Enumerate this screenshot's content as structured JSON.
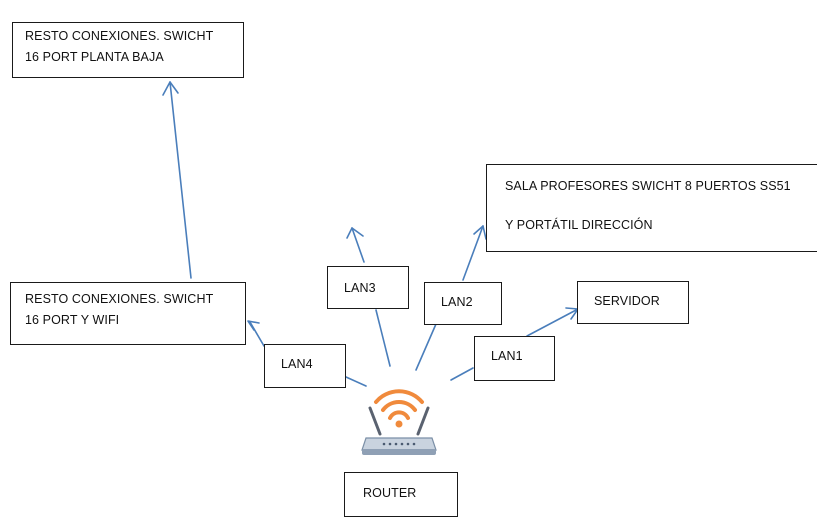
{
  "boxes": {
    "top_switch": {
      "line1": "RESTO CONEXIONES. SWICHT",
      "line2": "16 PORT PLANTA BAJA"
    },
    "left_switch": {
      "line1": "RESTO CONEXIONES. SWICHT",
      "line2": "16 PORT Y WIFI"
    },
    "sala_profesores": {
      "line1": "SALA PROFESORES SWICHT 8 PUERTOS SS51",
      "line2": "Y PORTÁTIL DIRECCIÓN"
    },
    "servidor": "SERVIDOR",
    "router": "ROUTER"
  },
  "links": {
    "lan1": "LAN1",
    "lan2": "LAN2",
    "lan3": "LAN3",
    "lan4": "LAN4"
  },
  "colors": {
    "arrow": "#4a7ebb",
    "router_wifi": "#f08a3c",
    "router_body": "#7b8fa6"
  }
}
